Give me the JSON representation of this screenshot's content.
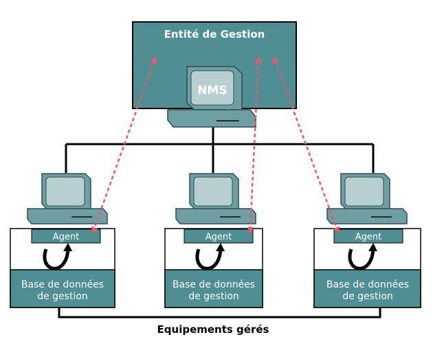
{
  "management_entity": {
    "title": "Entité de Gestion",
    "nms_label": "NMS"
  },
  "devices": [
    {
      "agent_label": "Agent",
      "mib_line1": "Base de données",
      "mib_line2": "de gestion"
    },
    {
      "agent_label": "Agent",
      "mib_line1": "Base de données",
      "mib_line2": "de gestion"
    },
    {
      "agent_label": "Agent",
      "mib_line1": "Base de données",
      "mib_line2": "de gestion"
    }
  ],
  "caption": "Equipements gérés",
  "colors": {
    "teal": "#4f8f93",
    "teal_dark": "#35696d",
    "screen": "#b8cfd1",
    "monitor": "#6f9fa3",
    "arrow": "#f0566a",
    "line": "#000000"
  }
}
